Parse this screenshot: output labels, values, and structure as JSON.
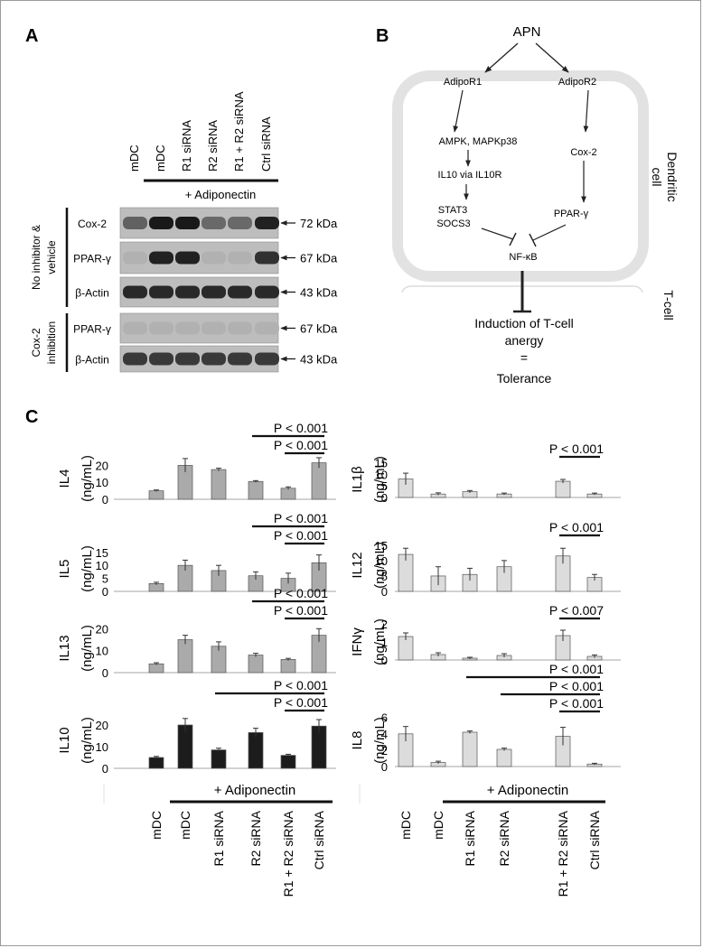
{
  "panels": {
    "a": "A",
    "b": "B",
    "c": "C"
  },
  "blot": {
    "lanes": [
      "mDC",
      "mDC",
      "R1 siRNA",
      "R2 siRNA",
      "R1 + R2 siRNA",
      "Ctrl siRNA"
    ],
    "treatment": "+ Adiponectin",
    "groups": [
      {
        "label_lines": [
          "No inhibitor &",
          "vehicle"
        ],
        "rows": [
          0,
          1,
          2
        ]
      },
      {
        "label_lines": [
          "Cox-2",
          "inhibition"
        ],
        "rows": [
          3,
          4
        ]
      }
    ],
    "rows": [
      {
        "protein": "Cox-2",
        "size": "72 kDa",
        "intensity": [
          0.55,
          1.0,
          1.0,
          0.5,
          0.5,
          0.95
        ]
      },
      {
        "protein": "PPAR-γ",
        "size": "67 kDa",
        "intensity": [
          0.05,
          0.95,
          0.95,
          0.05,
          0.05,
          0.85
        ]
      },
      {
        "protein": "β-Actin",
        "size": "43 kDa",
        "intensity": [
          0.9,
          0.9,
          0.9,
          0.9,
          0.9,
          0.9
        ]
      },
      {
        "protein": "PPAR-γ",
        "size": "67 kDa",
        "intensity": [
          0.05,
          0.05,
          0.05,
          0.05,
          0.05,
          0.05
        ]
      },
      {
        "protein": "β-Actin",
        "size": "43 kDa",
        "intensity": [
          0.8,
          0.8,
          0.8,
          0.8,
          0.8,
          0.8
        ]
      }
    ]
  },
  "diagram": {
    "apn": "APN",
    "adipor1": "AdipoR1",
    "adipor2": "AdipoR2",
    "ampk": "AMPK, MAPKp38",
    "il10": "IL10 via IL10R",
    "stat3": "STAT3",
    "socs3": "SOCS3",
    "cox2": "Cox-2",
    "ppar": "PPAR-γ",
    "nfkb": "NF-κB",
    "dc_line1": "Dendritic",
    "dc_line2": "cell",
    "tcell": "T-cell",
    "induction": "Induction of T-cell",
    "anergy": "anergy",
    "equals": "=",
    "tolerance": "Tolerance"
  },
  "bars": {
    "unit": "(ng/mL)",
    "treatment": "+ Adiponectin",
    "categories": [
      "mDC",
      "mDC",
      "R1 siRNA",
      "R2 siRNA",
      "R1 + R2 siRNA",
      "Ctrl siRNA"
    ]
  },
  "chart_data": [
    {
      "type": "bar",
      "title": "",
      "xlabel": "",
      "ylabel": "IL4",
      "unit": "(ng/mL)",
      "categories": [
        "mDC",
        "mDC",
        "R1 siRNA",
        "R2 siRNA",
        "R1 + R2 siRNA",
        "Ctrl siRNA"
      ],
      "values": [
        5,
        20,
        17.5,
        10.5,
        6.5,
        21.5
      ],
      "errors": [
        0.5,
        4,
        0.8,
        0.5,
        0.8,
        3
      ],
      "ylim": [
        0,
        25
      ],
      "yticks": [
        0,
        10,
        20
      ],
      "color": "#aaaaaa",
      "significance": [
        {
          "text": "P < 0.001",
          "from": 3,
          "to": 5
        },
        {
          "text": "P < 0.001",
          "from": 4,
          "to": 5
        }
      ]
    },
    {
      "type": "bar",
      "title": "",
      "xlabel": "",
      "ylabel": "IL5",
      "unit": "(ng/mL)",
      "categories": [
        "mDC",
        "mDC",
        "R1 siRNA",
        "R2 siRNA",
        "R1 + R2 siRNA",
        "Ctrl siRNA"
      ],
      "values": [
        3,
        10,
        8,
        6,
        5,
        11
      ],
      "errors": [
        0.5,
        2,
        2,
        1.5,
        2,
        3
      ],
      "ylim": [
        0,
        17
      ],
      "yticks": [
        0,
        5,
        10,
        15
      ],
      "color": "#aaaaaa",
      "significance": [
        {
          "text": "P < 0.001",
          "from": 3,
          "to": 5
        },
        {
          "text": "P < 0.001",
          "from": 4,
          "to": 5
        }
      ]
    },
    {
      "type": "bar",
      "title": "",
      "xlabel": "",
      "ylabel": "IL13",
      "unit": "(ng/mL)",
      "categories": [
        "mDC",
        "mDC",
        "R1 siRNA",
        "R2 siRNA",
        "R1 + R2 siRNA",
        "Ctrl siRNA"
      ],
      "values": [
        4,
        15,
        12,
        8,
        6,
        17
      ],
      "errors": [
        0.5,
        2,
        2,
        0.8,
        0.5,
        3
      ],
      "ylim": [
        0,
        23
      ],
      "yticks": [
        0,
        10,
        20
      ],
      "color": "#aaaaaa",
      "significance": [
        {
          "text": "P < 0.001",
          "from": 3,
          "to": 5
        },
        {
          "text": "P < 0.001",
          "from": 4,
          "to": 5
        }
      ]
    },
    {
      "type": "bar",
      "title": "",
      "xlabel": "",
      "ylabel": "IL10",
      "unit": "(ng/mL)",
      "categories": [
        "mDC",
        "mDC",
        "R1 siRNA",
        "R2 siRNA",
        "R1 + R2 siRNA",
        "Ctrl siRNA"
      ],
      "values": [
        5,
        20,
        8.5,
        16.5,
        6,
        19.5
      ],
      "errors": [
        0.5,
        3,
        0.8,
        2,
        0.5,
        3
      ],
      "ylim": [
        0,
        25
      ],
      "yticks": [
        0,
        10,
        20
      ],
      "color": "#1c1c1c",
      "significance": [
        {
          "text": "P < 0.001",
          "from": 2,
          "to": 5
        },
        {
          "text": "P < 0.001",
          "from": 4,
          "to": 5
        }
      ]
    },
    {
      "type": "bar",
      "title": "",
      "xlabel": "",
      "ylabel": "IL1β",
      "unit": "(ng/mL)",
      "categories": [
        "mDC",
        "mDC",
        "R1 siRNA",
        "R2 siRNA",
        "R1 + R2 siRNA",
        "Ctrl siRNA"
      ],
      "values": [
        8,
        1.5,
        2.5,
        1.5,
        7,
        1.5
      ],
      "errors": [
        2.5,
        0.5,
        0.5,
        0.4,
        0.8,
        0.4
      ],
      "ylim": [
        0,
        16
      ],
      "yticks": [
        0,
        5,
        10,
        15
      ],
      "color": "#dcdcdc",
      "significance": [
        {
          "text": "P < 0.001",
          "from": 4,
          "to": 5
        }
      ]
    },
    {
      "type": "bar",
      "title": "",
      "xlabel": "",
      "ylabel": "IL12",
      "unit": "(ng/mL)",
      "categories": [
        "mDC",
        "mDC",
        "R1 siRNA",
        "R2 siRNA",
        "R1 + R2 siRNA",
        "Ctrl siRNA"
      ],
      "values": [
        12,
        5,
        5.5,
        8,
        11.5,
        4.5
      ],
      "errors": [
        2,
        3,
        2,
        2,
        2.5,
        1
      ],
      "ylim": [
        0,
        17
      ],
      "yticks": [
        0,
        5,
        10,
        15
      ],
      "color": "#dcdcdc",
      "significance": [
        {
          "text": "P < 0.001",
          "from": 4,
          "to": 5
        }
      ]
    },
    {
      "type": "bar",
      "title": "",
      "xlabel": "",
      "ylabel": "IFNγ",
      "unit": "(ng/mL)",
      "categories": [
        "mDC",
        "mDC",
        "R1 siRNA",
        "R2 siRNA",
        "R1 + R2 siRNA",
        "Ctrl siRNA"
      ],
      "values": [
        1.3,
        0.3,
        0.1,
        0.25,
        1.35,
        0.2
      ],
      "errors": [
        0.2,
        0.1,
        0.05,
        0.1,
        0.3,
        0.08
      ],
      "ylim": [
        0,
        2.1
      ],
      "yticks": [
        0,
        1,
        2
      ],
      "color": "#dcdcdc",
      "significance": [
        {
          "text": "P < 0.007",
          "from": 4,
          "to": 5
        }
      ]
    },
    {
      "type": "bar",
      "title": "",
      "xlabel": "",
      "ylabel": "IL8",
      "unit": "(ng/mL)",
      "categories": [
        "mDC",
        "mDC",
        "R1 siRNA",
        "R2 siRNA",
        "R1 + R2 siRNA",
        "Ctrl siRNA"
      ],
      "values": [
        4,
        0.5,
        4.2,
        2.1,
        3.7,
        0.3
      ],
      "errors": [
        0.9,
        0.15,
        0.15,
        0.15,
        1.1,
        0.1
      ],
      "ylim": [
        0,
        6.3
      ],
      "yticks": [
        0,
        2,
        4,
        6
      ],
      "color": "#dcdcdc",
      "significance": [
        {
          "text": "P < 0.001",
          "from": 2,
          "to": 5
        },
        {
          "text": "P < 0.001",
          "from": 3,
          "to": 5
        },
        {
          "text": "P < 0.001",
          "from": 4,
          "to": 5
        }
      ]
    }
  ]
}
